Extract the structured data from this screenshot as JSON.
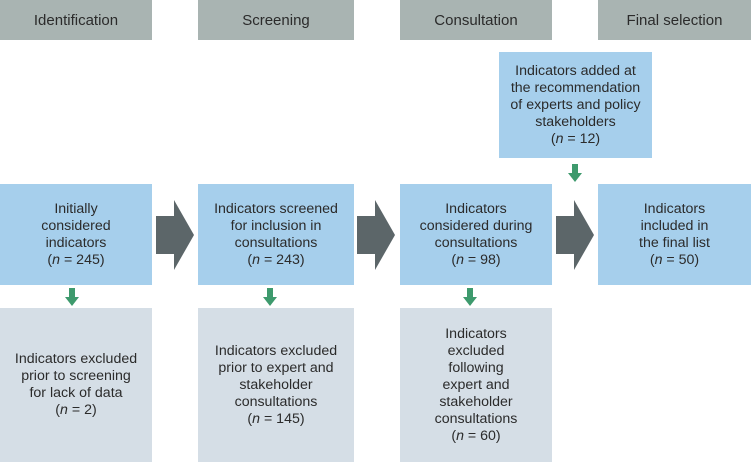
{
  "headers": [
    "Identification",
    "Screening",
    "Consultation",
    "Final selection"
  ],
  "added": {
    "lines": [
      "Indicators added at",
      "the recommendation",
      "of experts and policy",
      "stakeholders"
    ],
    "n": "(n = 12)"
  },
  "main": [
    {
      "lines": [
        "Initially",
        "considered",
        "indicators"
      ],
      "n": "(n = 245)"
    },
    {
      "lines": [
        "Indicators screened",
        "for inclusion in",
        "consultations"
      ],
      "n": "(n = 243)"
    },
    {
      "lines": [
        "Indicators",
        "considered during",
        "consultations"
      ],
      "n": "(n = 98)"
    },
    {
      "lines": [
        "Indicators",
        "included in",
        "the final list"
      ],
      "n": "(n = 50)"
    }
  ],
  "excluded": [
    {
      "lines": [
        "Indicators excluded",
        "prior to screening",
        "for lack of data"
      ],
      "n": "(n = 2)"
    },
    {
      "lines": [
        "Indicators excluded",
        "prior to expert and",
        "stakeholder",
        "consultations"
      ],
      "n": "(n = 145)"
    },
    {
      "lines": [
        "Indicators",
        "excluded",
        "following",
        "expert and",
        "stakeholder",
        "consultations"
      ],
      "n": "(n = 60)"
    }
  ],
  "colors": {
    "header": "#a9b4b2",
    "main_box": "#a6cfec",
    "excluded_box": "#d5dee6",
    "flow_arrow": "#5c6669",
    "down_arrow": "#3e9a6d"
  }
}
